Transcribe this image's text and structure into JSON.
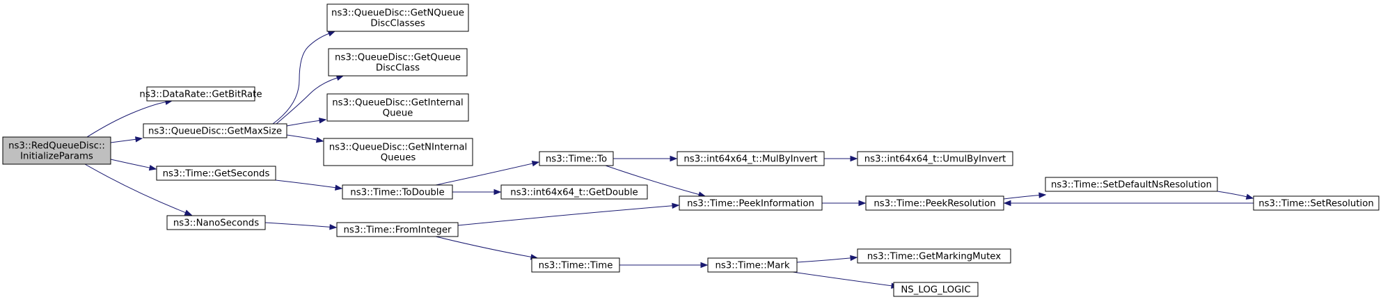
{
  "diagram": {
    "type": "call-graph",
    "colors": {
      "edge": "#191970",
      "root_fill": "#bfbfbf",
      "node_fill": "#ffffff",
      "node_stroke": "#000000"
    },
    "nodes": [
      {
        "id": "root",
        "lines": [
          "ns3::RedQueueDisc::",
          "InitializeParams"
        ],
        "root": true
      },
      {
        "id": "getbitrate",
        "lines": [
          "ns3::DataRate::GetBitRate"
        ]
      },
      {
        "id": "getmaxsize",
        "lines": [
          "ns3::QueueDisc::GetMaxSize"
        ]
      },
      {
        "id": "getseconds",
        "lines": [
          "ns3::Time::GetSeconds"
        ]
      },
      {
        "id": "nanoseconds",
        "lines": [
          "ns3::NanoSeconds"
        ]
      },
      {
        "id": "getnqueuedisc",
        "lines": [
          "ns3::QueueDisc::GetNQueue",
          "DiscClasses"
        ]
      },
      {
        "id": "getqueuedisc",
        "lines": [
          "ns3::QueueDisc::GetQueue",
          "DiscClass"
        ]
      },
      {
        "id": "getinternalqueue",
        "lines": [
          "ns3::QueueDisc::GetInternal",
          "Queue"
        ]
      },
      {
        "id": "getninternal",
        "lines": [
          "ns3::QueueDisc::GetNInternal",
          "Queues"
        ]
      },
      {
        "id": "todouble",
        "lines": [
          "ns3::Time::ToDouble"
        ]
      },
      {
        "id": "frominteger",
        "lines": [
          "ns3::Time::FromInteger"
        ]
      },
      {
        "id": "to",
        "lines": [
          "ns3::Time::To"
        ]
      },
      {
        "id": "getdouble",
        "lines": [
          "ns3::int64x64_t::GetDouble"
        ]
      },
      {
        "id": "time",
        "lines": [
          "ns3::Time::Time"
        ]
      },
      {
        "id": "mulbyinvert",
        "lines": [
          "ns3::int64x64_t::MulByInvert"
        ]
      },
      {
        "id": "peekinfo",
        "lines": [
          "ns3::Time::PeekInformation"
        ]
      },
      {
        "id": "mark",
        "lines": [
          "ns3::Time::Mark"
        ]
      },
      {
        "id": "umulbyinvert",
        "lines": [
          "ns3::int64x64_t::UmulByInvert"
        ]
      },
      {
        "id": "peekres",
        "lines": [
          "ns3::Time::PeekResolution"
        ]
      },
      {
        "id": "getmarkingmutex",
        "lines": [
          "ns3::Time::GetMarkingMutex"
        ]
      },
      {
        "id": "nslog",
        "lines": [
          "NS_LOG_LOGIC"
        ]
      },
      {
        "id": "setdefault",
        "lines": [
          "ns3::Time::SetDefaultNsResolution"
        ]
      },
      {
        "id": "setres",
        "lines": [
          "ns3::Time::SetResolution"
        ]
      }
    ],
    "edges": [
      {
        "from": "root",
        "to": "getbitrate"
      },
      {
        "from": "root",
        "to": "getmaxsize"
      },
      {
        "from": "root",
        "to": "getseconds"
      },
      {
        "from": "root",
        "to": "nanoseconds"
      },
      {
        "from": "getmaxsize",
        "to": "getnqueuedisc"
      },
      {
        "from": "getmaxsize",
        "to": "getqueuedisc"
      },
      {
        "from": "getmaxsize",
        "to": "getinternalqueue"
      },
      {
        "from": "getmaxsize",
        "to": "getninternal"
      },
      {
        "from": "getseconds",
        "to": "todouble"
      },
      {
        "from": "todouble",
        "to": "to"
      },
      {
        "from": "todouble",
        "to": "getdouble"
      },
      {
        "from": "to",
        "to": "mulbyinvert"
      },
      {
        "from": "to",
        "to": "peekinfo"
      },
      {
        "from": "mulbyinvert",
        "to": "umulbyinvert"
      },
      {
        "from": "nanoseconds",
        "to": "frominteger"
      },
      {
        "from": "frominteger",
        "to": "peekinfo"
      },
      {
        "from": "frominteger",
        "to": "time"
      },
      {
        "from": "time",
        "to": "mark"
      },
      {
        "from": "mark",
        "to": "getmarkingmutex"
      },
      {
        "from": "mark",
        "to": "nslog"
      },
      {
        "from": "peekinfo",
        "to": "peekres"
      },
      {
        "from": "peekres",
        "to": "setdefault"
      },
      {
        "from": "setdefault",
        "to": "setres"
      },
      {
        "from": "setres",
        "to": "peekres"
      }
    ]
  }
}
